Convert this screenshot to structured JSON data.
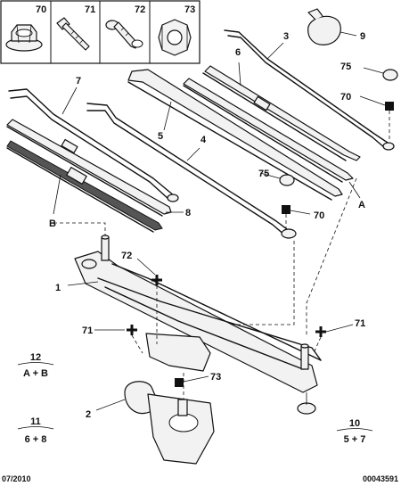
{
  "header_parts": [
    "70",
    "71",
    "72",
    "73"
  ],
  "callouts": {
    "c1": "1",
    "c2": "2",
    "c3": "3",
    "c4": "4",
    "c5": "5",
    "c6": "6",
    "c7": "7",
    "c8": "8",
    "c9": "9",
    "c70a": "70",
    "c70b": "70",
    "c71a": "71",
    "c71b": "71",
    "c72": "72",
    "c73": "73",
    "c75a": "75",
    "c75b": "75",
    "cA": "A",
    "cB": "B"
  },
  "kits": [
    {
      "number": "12",
      "content": "A + B"
    },
    {
      "number": "11",
      "content": "6 + 8"
    },
    {
      "number": "10",
      "content": "5 + 7"
    }
  ],
  "footer": {
    "date": "07/2010",
    "reference": "00043591"
  }
}
